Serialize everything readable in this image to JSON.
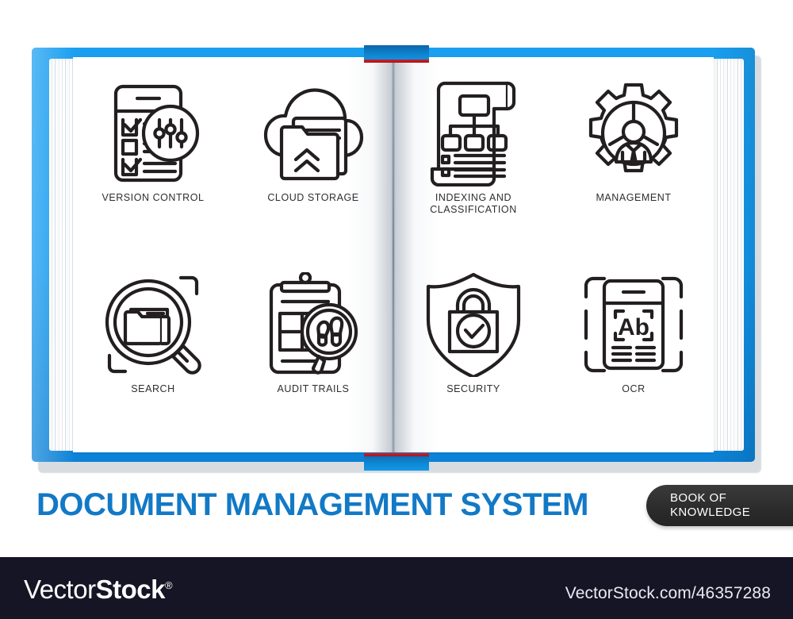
{
  "title": "DOCUMENT MANAGEMENT SYSTEM",
  "badge": {
    "line1": "BOOK OF",
    "line2": "KNOWLEDGE",
    "text": "BOOK OF\nKNOWLEDGE"
  },
  "colors": {
    "title_blue": "#1279c6",
    "book_cover_blue": "#139af0",
    "spine_red": "#d32027",
    "footer_navy": "#151525",
    "icon_stroke": "#231f20",
    "label_text": "#2e2e33"
  },
  "book": {
    "spread": "open-book",
    "left_page_icons": 4,
    "right_page_icons": 4
  },
  "icons": [
    {
      "label": "VERSION CONTROL",
      "icon_name": "version-control-icon",
      "page": "left",
      "row": 1,
      "col": 1
    },
    {
      "label": "CLOUD STORAGE",
      "icon_name": "cloud-storage-icon",
      "page": "left",
      "row": 1,
      "col": 2
    },
    {
      "label": "INDEXING AND\nCLASSIFICATION",
      "icon_name": "indexing-classification-icon",
      "page": "right",
      "row": 1,
      "col": 3
    },
    {
      "label": "MANAGEMENT",
      "icon_name": "management-gear-icon",
      "page": "right",
      "row": 1,
      "col": 4
    },
    {
      "label": "SEARCH",
      "icon_name": "search-folder-icon",
      "page": "left",
      "row": 2,
      "col": 1
    },
    {
      "label": "AUDIT TRAILS",
      "icon_name": "audit-trails-icon",
      "page": "left",
      "row": 2,
      "col": 2
    },
    {
      "label": "SECURITY",
      "icon_name": "security-shield-lock-icon",
      "page": "right",
      "row": 2,
      "col": 3
    },
    {
      "label": "OCR",
      "icon_name": "ocr-scan-icon",
      "page": "right",
      "row": 2,
      "col": 4
    }
  ],
  "ocr_icon_text": "Ab",
  "footer": {
    "logo_part1": "Vector",
    "logo_part2": "Stock",
    "logo_registered": "®",
    "url": "VectorStock.com/46357288"
  }
}
